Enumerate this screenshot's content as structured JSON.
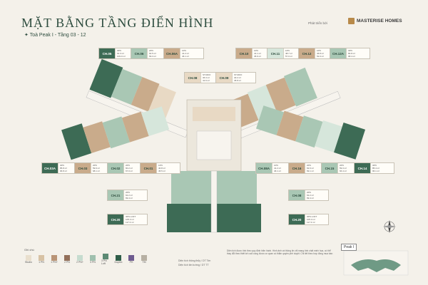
{
  "header": {
    "title": "MẶT BẰNG TẦNG ĐIỂN HÌNH",
    "subtitle": "Toà Peak I  -  Tầng 03 - 12",
    "developer_label": "Phát triển bởi",
    "brand": "MASTERISE HOMES"
  },
  "units_top_left": [
    {
      "code": "CH.05",
      "type": "3PN",
      "a": "91.3 m²",
      "b": "109.0 m²"
    },
    {
      "code": "CH.06",
      "type": "2PN",
      "a": "64.5 m²",
      "b": "69.3 m²"
    },
    {
      "code": "CH.06A",
      "type": "1PN",
      "a": "41.2 m²",
      "b": "46.1 m²"
    }
  ],
  "units_top_right": [
    {
      "code": "CH.10",
      "type": "1PN",
      "a": "41.1 m²",
      "b": "45.9 m²"
    },
    {
      "code": "CH.11",
      "type": "1PN",
      "a": "48.7 m²",
      "b": "57.0 m²"
    },
    {
      "code": "CH.12",
      "type": "1PN",
      "a": "46.8 m²",
      "b": "52.0 m²"
    },
    {
      "code": "CH.12A",
      "type": "3PN",
      "a": "84.8 m²",
      "b": "98.4 m²"
    }
  ],
  "units_center_top": [
    {
      "code": "CH.08",
      "type": "STUDIO",
      "a": "36.3 m²",
      "b": "41.6 m²"
    },
    {
      "code": "CH.09",
      "type": "STUDIO",
      "a": "40.2 m²",
      "b": "45.8 m²"
    }
  ],
  "units_mid_left": [
    {
      "code": "CH.03A",
      "type": "3PN",
      "a": "85.8 m²",
      "b": "96.8 m²"
    },
    {
      "code": "CH.03",
      "type": "2PN",
      "a": "59.9 m²",
      "b": "68.1 m²"
    },
    {
      "code": "CH.02",
      "type": "2PN",
      "a": "60.2 m²",
      "b": "67.0 m²"
    },
    {
      "code": "CH.01",
      "type": "1PN",
      "a": "40.8 m²",
      "b": "45.5 m²"
    }
  ],
  "units_mid_right": [
    {
      "code": "CH.08A",
      "type": "1PN",
      "a": "41.2 m²",
      "b": "46.1 m²"
    },
    {
      "code": "CH.16",
      "type": "2PN",
      "a": "62.6 m²",
      "b": "69.1 m²"
    },
    {
      "code": "CH.15",
      "type": "2PN",
      "a": "59.3 m²",
      "b": "66.4 m²"
    },
    {
      "code": "CH.14",
      "type": "3PN",
      "a": "85.4 m²",
      "b": "96.1 m²"
    }
  ],
  "units_bottom_left": [
    {
      "code": "CH.21",
      "type": "2PN",
      "a": "62.2 m²",
      "b": "69.4 m²"
    },
    {
      "code": "CH.20",
      "type": "3PN LOFT",
      "a": "105.3 m²",
      "b": "117.3 m²"
    }
  ],
  "units_bottom_right": [
    {
      "code": "CH.08",
      "type": "2PN",
      "a": "62.2 m²",
      "b": "69.4 m²"
    },
    {
      "code": "CH.20",
      "type": "3PN LOFT",
      "a": "105.3 m²",
      "b": "117.3 m²"
    }
  ],
  "legend": {
    "label": "Ghi chú",
    "items": [
      {
        "name": "Studio",
        "color": "#e9dfcd"
      },
      {
        "name": "1 PN",
        "color": "#d7c2a4"
      },
      {
        "name": "1 PN+",
        "color": "#b99476"
      },
      {
        "name": "2 PN",
        "color": "#93705a"
      },
      {
        "name": "2 PN+",
        "color": "#c6dccf"
      },
      {
        "name": "3 PN",
        "color": "#9fc0ae"
      },
      {
        "name": "3 PN Loft",
        "color": "#5c8a74"
      },
      {
        "name": "Duplex",
        "color": "#2f5e49"
      },
      {
        "name": "PH",
        "color": "#6e5b8f"
      },
      {
        "name": "TM",
        "color": "#b7b0a3"
      }
    ]
  },
  "notes": {
    "left1": "Diện tích thông thủy / DT Tim",
    "left2": "Diện tích tim tường / DT TT",
    "text": "Diện tích được tính theo quy định hiện hành. Hình ảnh và thông tin chỉ mang tính chất minh họa, có thể thay đổi theo thiết kế cuối cùng được cơ quan có thẩm quyền phê duyệt. Chi tiết theo hợp đồng mua bán."
  },
  "key_plan": {
    "label": "Peak I"
  },
  "colors": {
    "dark_green": "#3d6b55",
    "mid_green": "#a9c7b4",
    "light_green": "#d6e6db",
    "tan": "#c9ab8b",
    "light_tan": "#e8d9c4",
    "corridor": "#f7f4ee"
  }
}
